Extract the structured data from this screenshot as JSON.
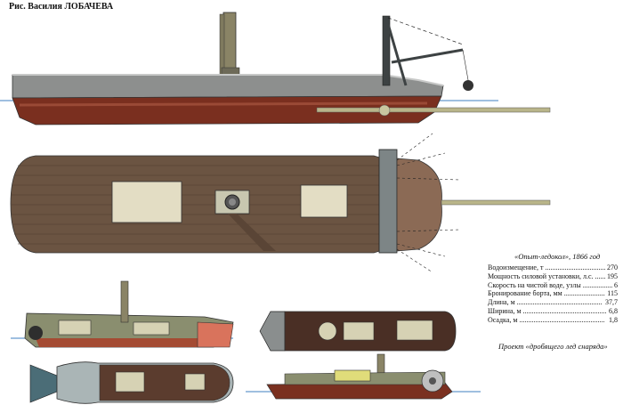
{
  "credit": "Рис. Василия ЛОБАЧЕВА",
  "caption": "«Опыт-ледокол», 1866 год",
  "specs": [
    {
      "label": "Водоизмещение, т",
      "value": "270"
    },
    {
      "label": "Мощность силовой установки, л.с.",
      "value": "195"
    },
    {
      "label": "Скорость на чистой воде, узлы",
      "value": "6"
    },
    {
      "label": "Бронирование борта, мм",
      "value": "115"
    },
    {
      "label": "Длина, м",
      "value": "37,7"
    },
    {
      "label": "Ширина, м",
      "value": "6,8"
    },
    {
      "label": "Осадка, м",
      "value": "1,8"
    }
  ],
  "project": "Проект «дробящего лед снаряда»",
  "colors": {
    "hull_grey": "#8d8f8e",
    "hull_red": "#7a2f1f",
    "deck_wood": "#6b5442",
    "water": "#3f7fc0",
    "brass": "#b9b58a"
  }
}
